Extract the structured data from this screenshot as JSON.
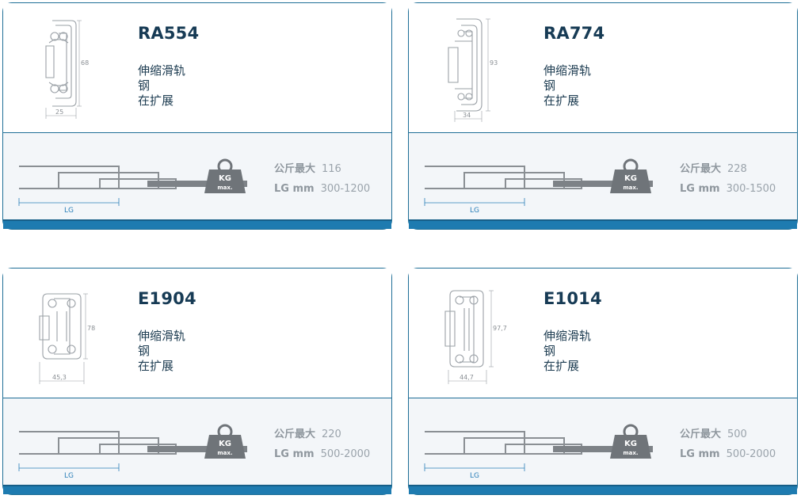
{
  "products": [
    {
      "name": "RA554",
      "features": [
        "伸缩滑轨",
        "钢",
        "在扩展"
      ],
      "drawing": {
        "height_dim": "68",
        "width_dim": "25"
      },
      "load_label": "公斤最大",
      "load_value": "116",
      "lg_label": "LG mm",
      "lg_value": "300-1200",
      "diagram_lg": "LG",
      "weight_text": {
        "top": "KG",
        "bottom": "max."
      }
    },
    {
      "name": "RA774",
      "features": [
        "伸缩滑轨",
        "钢",
        "在扩展"
      ],
      "drawing": {
        "height_dim": "93",
        "width_dim": "34"
      },
      "load_label": "公斤最大",
      "load_value": "228",
      "lg_label": "LG mm",
      "lg_value": "300-1500",
      "diagram_lg": "LG",
      "weight_text": {
        "top": "KG",
        "bottom": "max."
      }
    },
    {
      "name": "E1904",
      "features": [
        "伸缩滑轨",
        "钢",
        "在扩展"
      ],
      "drawing": {
        "height_dim": "78",
        "width_dim": "45,3"
      },
      "load_label": "公斤最大",
      "load_value": "220",
      "lg_label": "LG mm",
      "lg_value": "500-2000",
      "diagram_lg": "LG",
      "weight_text": {
        "top": "KG",
        "bottom": "max."
      }
    },
    {
      "name": "E1014",
      "features": [
        "伸缩滑轨",
        "钢",
        "在扩展"
      ],
      "drawing": {
        "height_dim": "97,7",
        "width_dim": "44,7"
      },
      "load_label": "公斤最大",
      "load_value": "500",
      "lg_label": "LG mm",
      "lg_value": "500-2000",
      "diagram_lg": "LG",
      "weight_text": {
        "top": "KG",
        "bottom": "max."
      }
    }
  ],
  "colors": {
    "border": "#1e6e96",
    "bar": "#1e7bb0",
    "title": "#173b55",
    "spec": "#9aa3ab",
    "diagram": "#8a8f94"
  }
}
